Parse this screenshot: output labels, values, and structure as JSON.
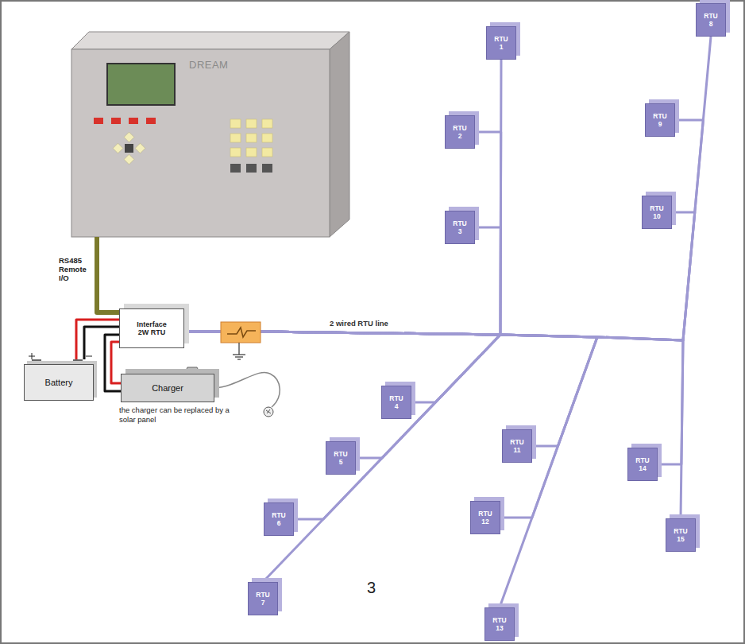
{
  "diagram": {
    "nodes": [
      {
        "text": [
          "DREAM"
        ]
      },
      {
        "text": [
          "Interface 2W RTU"
        ]
      },
      {
        "text": [
          "Battery"
        ]
      },
      {
        "text": [
          "Charger"
        ]
      },
      {
        "text": [
          "RTU 1"
        ]
      },
      {
        "text": [
          "RTU 2"
        ]
      },
      {
        "text": [
          "RTU 3"
        ]
      },
      {
        "text": [
          "RTU 4"
        ]
      },
      {
        "text": [
          "RTU 5"
        ]
      },
      {
        "text": [
          "RTU 6"
        ]
      },
      {
        "text": [
          "RTU 7"
        ]
      },
      {
        "text": [
          "RTU 8"
        ]
      },
      {
        "text": [
          "RTU 9"
        ]
      },
      {
        "text": [
          "RTU 10"
        ]
      },
      {
        "text": [
          "RTU 11"
        ]
      },
      {
        "text": [
          "RTU 12"
        ]
      },
      {
        "text": [
          "RTU 13"
        ]
      },
      {
        "text": [
          "RTU 14"
        ]
      },
      {
        "text": [
          "RTU 15"
        ]
      }
    ],
    "edges": [
      {
        "from": 0,
        "to": 1,
        "arrow": "none",
        "label": "RS485 Remote I/O"
      },
      {
        "from": 2,
        "to": 1,
        "arrow": "none"
      },
      {
        "from": 3,
        "to": 1,
        "arrow": "none"
      },
      {
        "from": 1,
        "to": 4,
        "arrow": "none"
      },
      {
        "from": 1,
        "to": 5,
        "arrow": "none"
      },
      {
        "from": 1,
        "to": 6,
        "arrow": "none"
      },
      {
        "from": 1,
        "to": 7,
        "arrow": "none"
      },
      {
        "from": 1,
        "to": 8,
        "arrow": "none"
      },
      {
        "from": 1,
        "to": 9,
        "arrow": "none"
      },
      {
        "from": 1,
        "to": 10,
        "arrow": "none"
      },
      {
        "from": 1,
        "to": 11,
        "arrow": "none"
      },
      {
        "from": 1,
        "to": 12,
        "arrow": "none"
      },
      {
        "from": 1,
        "to": 13,
        "arrow": "none"
      },
      {
        "from": 1,
        "to": 14,
        "arrow": "none"
      },
      {
        "from": 1,
        "to": 15,
        "arrow": "none"
      },
      {
        "from": 1,
        "to": 16,
        "arrow": "none"
      },
      {
        "from": 1,
        "to": 17,
        "arrow": "none"
      },
      {
        "from": 1,
        "to": 18,
        "arrow": "none"
      }
    ],
    "labels": [
      "2 wired RTU line",
      "the charger can be replaced by a solar panel",
      "3"
    ]
  }
}
